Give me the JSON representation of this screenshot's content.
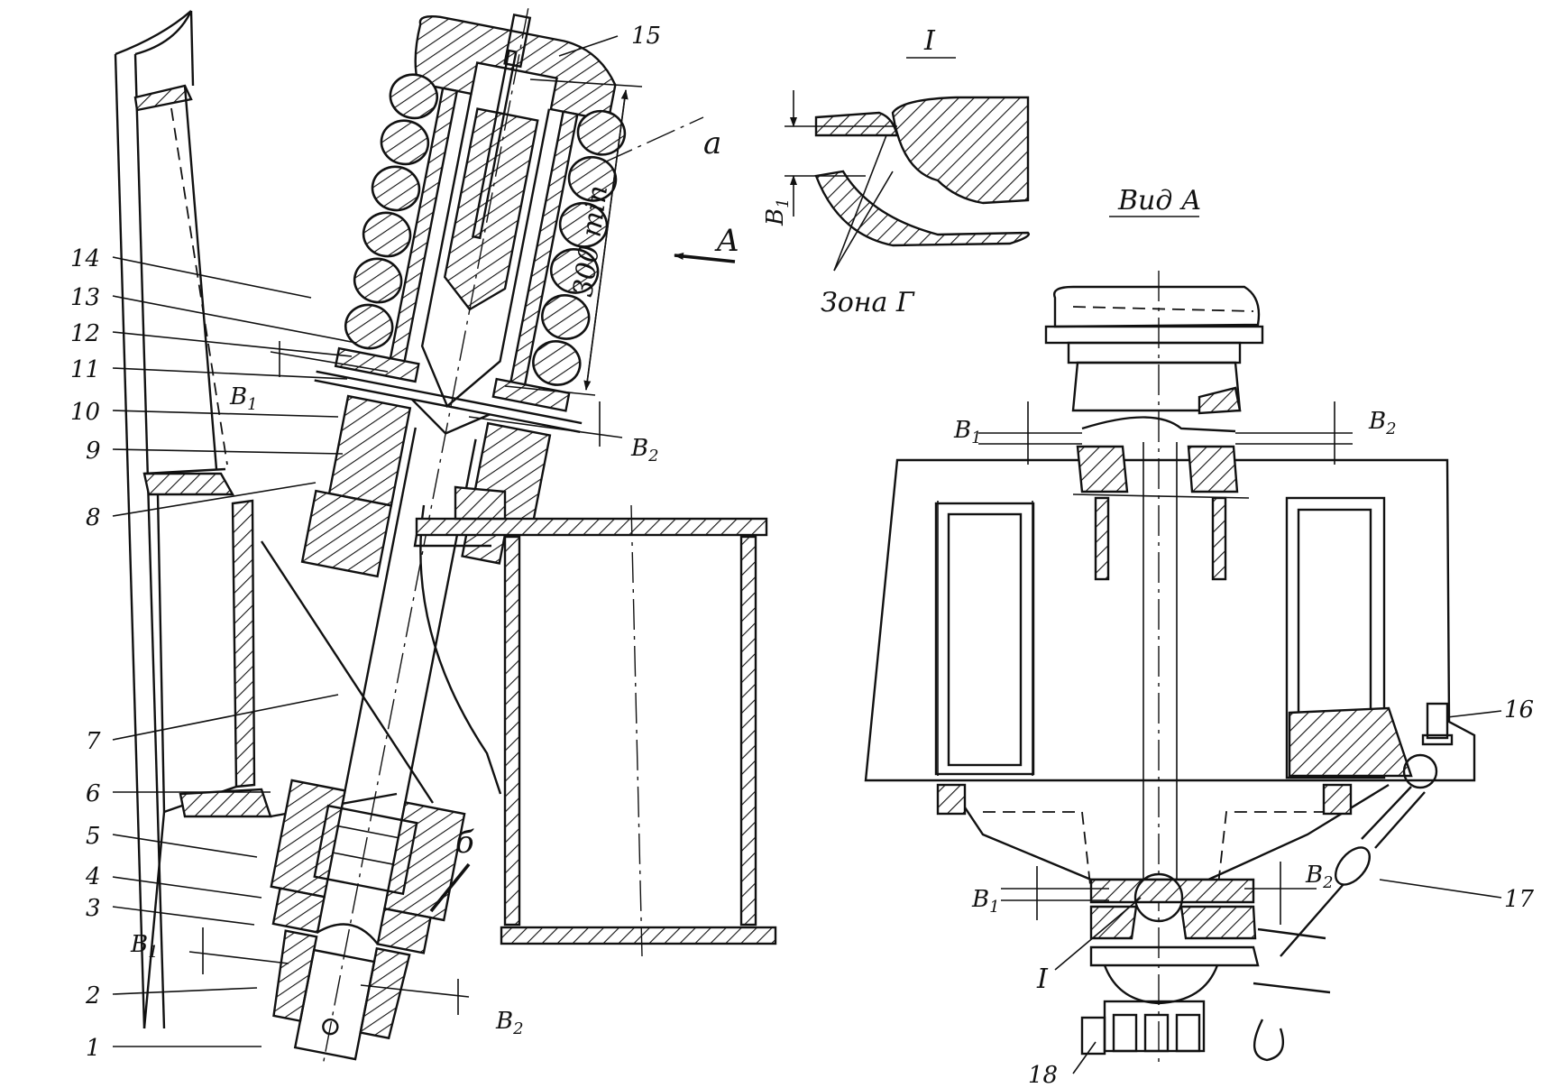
{
  "part_labels": [
    "1",
    "2",
    "3",
    "4",
    "5",
    "6",
    "7",
    "8",
    "9",
    "10",
    "11",
    "12",
    "13",
    "14",
    "15",
    "16",
    "17",
    "18"
  ],
  "dims": {
    "b1": "B",
    "b1_sub": "1",
    "b2": "B",
    "b2_sub": "2",
    "length": "300 min"
  },
  "letters": {
    "a": "a",
    "b": "б",
    "arrow_A": "A",
    "roman": "I"
  },
  "views": {
    "detail_title": "I",
    "view_title": "Вид А",
    "zone": "Зона Г"
  }
}
